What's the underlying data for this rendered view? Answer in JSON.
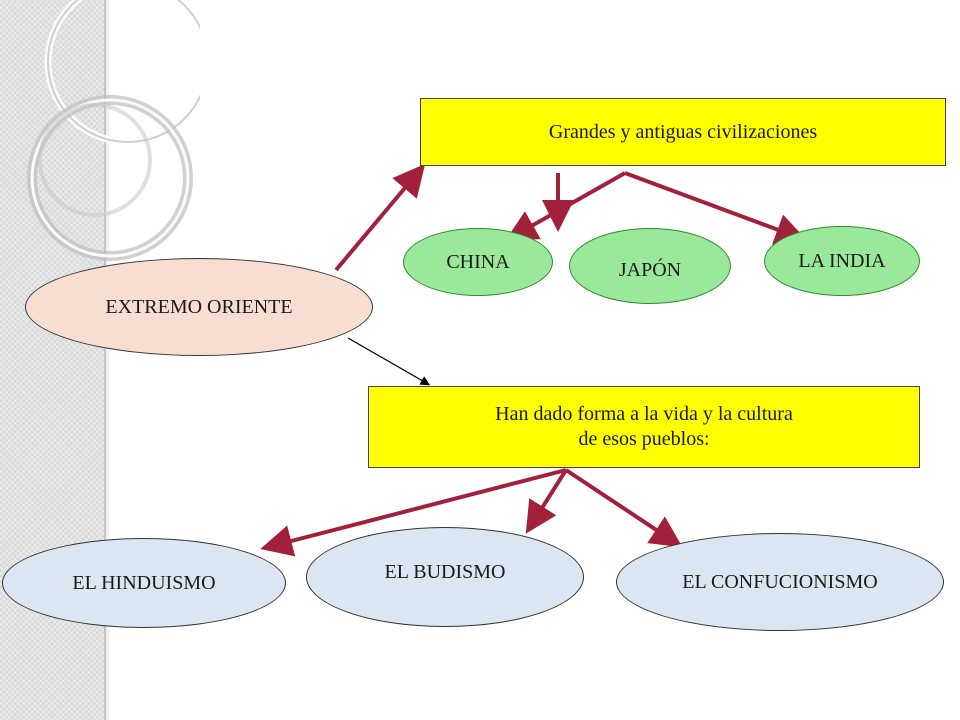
{
  "colors": {
    "box_fill": "#ffff00",
    "green_ellipse": "#9ae89a",
    "pink_ellipse": "#f7ddd2",
    "blue_ellipse": "#dce6f2",
    "arrow_red": "#a3203a",
    "arrow_black": "#000000",
    "side_strip": "#d9d9d9"
  },
  "nodes": {
    "root": "EXTREMO ORIENTE",
    "civ_box": "Grandes y antiguas civilizaciones",
    "china": "CHINA",
    "japon": "JAPÓN",
    "india": "LA INDIA",
    "culture_box_line1": "Han dado forma a la vida y la cultura",
    "culture_box_line2": "de esos pueblos:",
    "hinduismo": "EL HINDUISMO",
    "budismo": "EL BUDISMO",
    "confucionismo": "EL CONFUCIONISMO"
  }
}
